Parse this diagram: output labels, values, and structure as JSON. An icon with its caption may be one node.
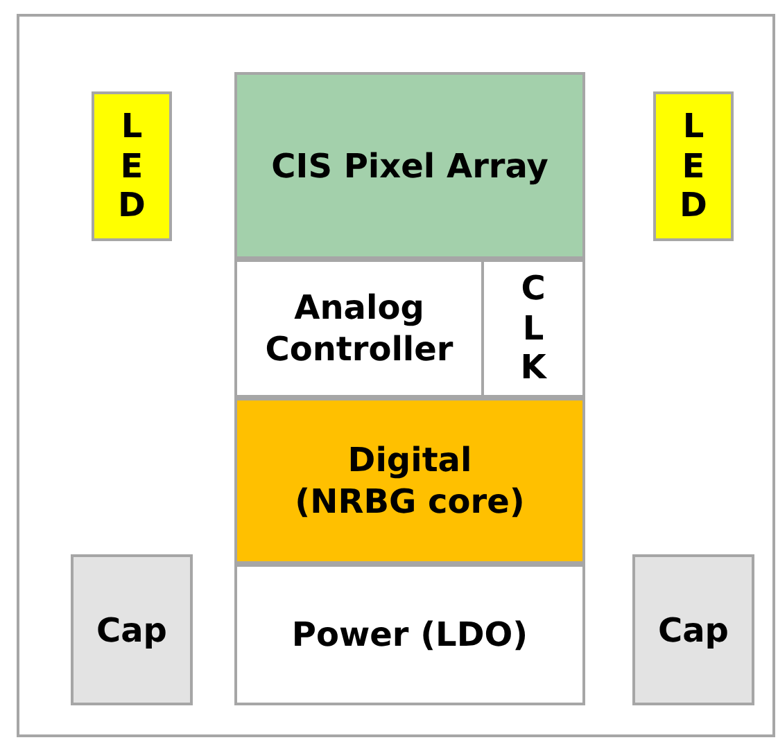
{
  "diagram": {
    "nodes": [
      {
        "text": [],
        "shape": "box"
      },
      {
        "text": [
          "LED"
        ],
        "in": 0
      },
      {
        "text": [
          "CIS Pixel Array"
        ],
        "in": 0
      },
      {
        "text": [
          "LED"
        ],
        "in": 0
      },
      {
        "text": [
          "Analog Controller"
        ],
        "in": 0
      },
      {
        "text": [
          "CLK"
        ],
        "in": 0
      },
      {
        "text": [
          "Digital (NRBG core)"
        ],
        "in": 0
      },
      {
        "text": [
          "Cap"
        ],
        "in": 0
      },
      {
        "text": [
          "Power (LDO)"
        ],
        "in": 0
      },
      {
        "text": [
          "Cap"
        ],
        "in": 0
      }
    ]
  }
}
